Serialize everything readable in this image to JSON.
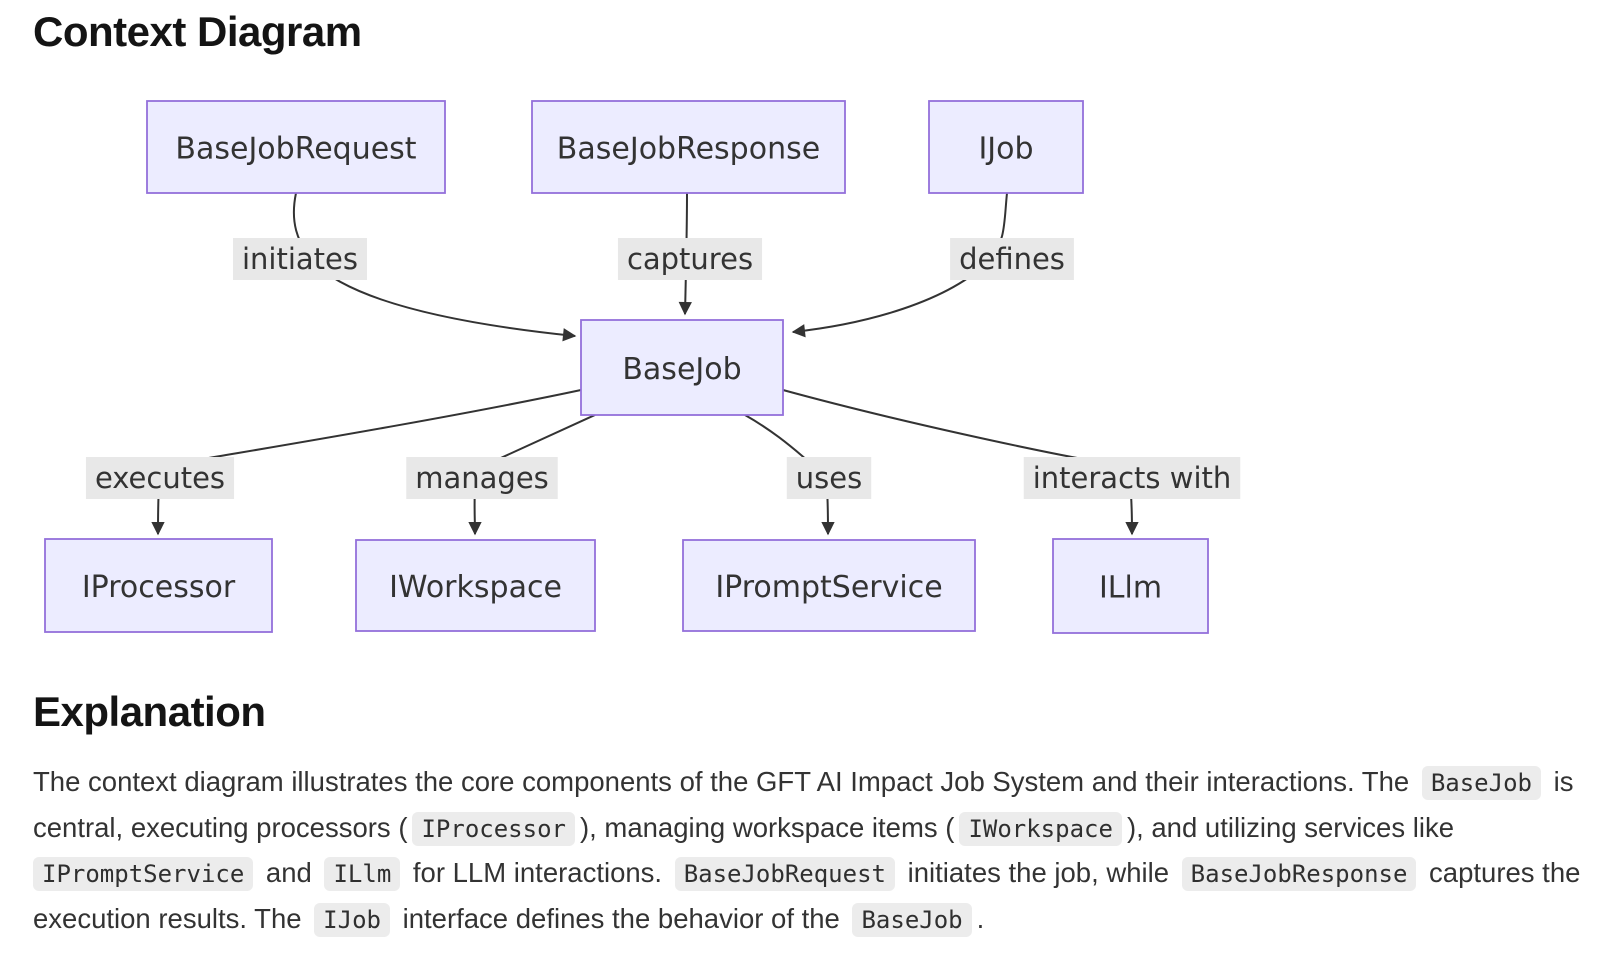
{
  "title": "Context Diagram",
  "diagram": {
    "nodes": [
      {
        "id": "BaseJobRequest",
        "label": "BaseJobRequest"
      },
      {
        "id": "BaseJobResponse",
        "label": "BaseJobResponse"
      },
      {
        "id": "IJob",
        "label": "IJob"
      },
      {
        "id": "BaseJob",
        "label": "BaseJob"
      },
      {
        "id": "IProcessor",
        "label": "IProcessor"
      },
      {
        "id": "IWorkspace",
        "label": "IWorkspace"
      },
      {
        "id": "IPromptService",
        "label": "IPromptService"
      },
      {
        "id": "ILlm",
        "label": "ILlm"
      }
    ],
    "edges": [
      {
        "from": "BaseJobRequest",
        "to": "BaseJob",
        "label": "initiates"
      },
      {
        "from": "BaseJobResponse",
        "to": "BaseJob",
        "label": "captures"
      },
      {
        "from": "IJob",
        "to": "BaseJob",
        "label": "defines"
      },
      {
        "from": "BaseJob",
        "to": "IProcessor",
        "label": "executes"
      },
      {
        "from": "BaseJob",
        "to": "IWorkspace",
        "label": "manages"
      },
      {
        "from": "BaseJob",
        "to": "IPromptService",
        "label": "uses"
      },
      {
        "from": "BaseJob",
        "to": "ILlm",
        "label": "interacts with"
      }
    ],
    "colors": {
      "node_fill": "#ECECFF",
      "node_border": "#9370DB",
      "node_text": "#333333",
      "edge_line": "#333333",
      "edge_label_bg": "#e8e8e8",
      "edge_label_text": "#333333"
    }
  },
  "explanation": {
    "heading": "Explanation",
    "lines": [
      [
        {
          "t": "text",
          "v": "The context diagram illustrates the core components of the GFT AI Impact Job System and their interactions. The "
        },
        {
          "t": "code",
          "v": "BaseJob"
        },
        {
          "t": "text",
          "v": " is"
        }
      ],
      [
        {
          "t": "text",
          "v": "central, executing processors ("
        },
        {
          "t": "code",
          "v": "IProcessor"
        },
        {
          "t": "text",
          "v": "), managing workspace items ("
        },
        {
          "t": "code",
          "v": "IWorkspace"
        },
        {
          "t": "text",
          "v": "), and utilizing services like"
        }
      ],
      [
        {
          "t": "code",
          "v": "IPromptService"
        },
        {
          "t": "text",
          "v": " and "
        },
        {
          "t": "code",
          "v": "ILlm"
        },
        {
          "t": "text",
          "v": " for LLM interactions. "
        },
        {
          "t": "code",
          "v": "BaseJobRequest"
        },
        {
          "t": "text",
          "v": " initiates the job, while "
        },
        {
          "t": "code",
          "v": "BaseJobResponse"
        },
        {
          "t": "text",
          "v": " captures the"
        }
      ],
      [
        {
          "t": "text",
          "v": "execution results. The "
        },
        {
          "t": "code",
          "v": "IJob"
        },
        {
          "t": "text",
          "v": " interface defines the behavior of the "
        },
        {
          "t": "code",
          "v": "BaseJob"
        },
        {
          "t": "text",
          "v": "."
        }
      ]
    ]
  }
}
